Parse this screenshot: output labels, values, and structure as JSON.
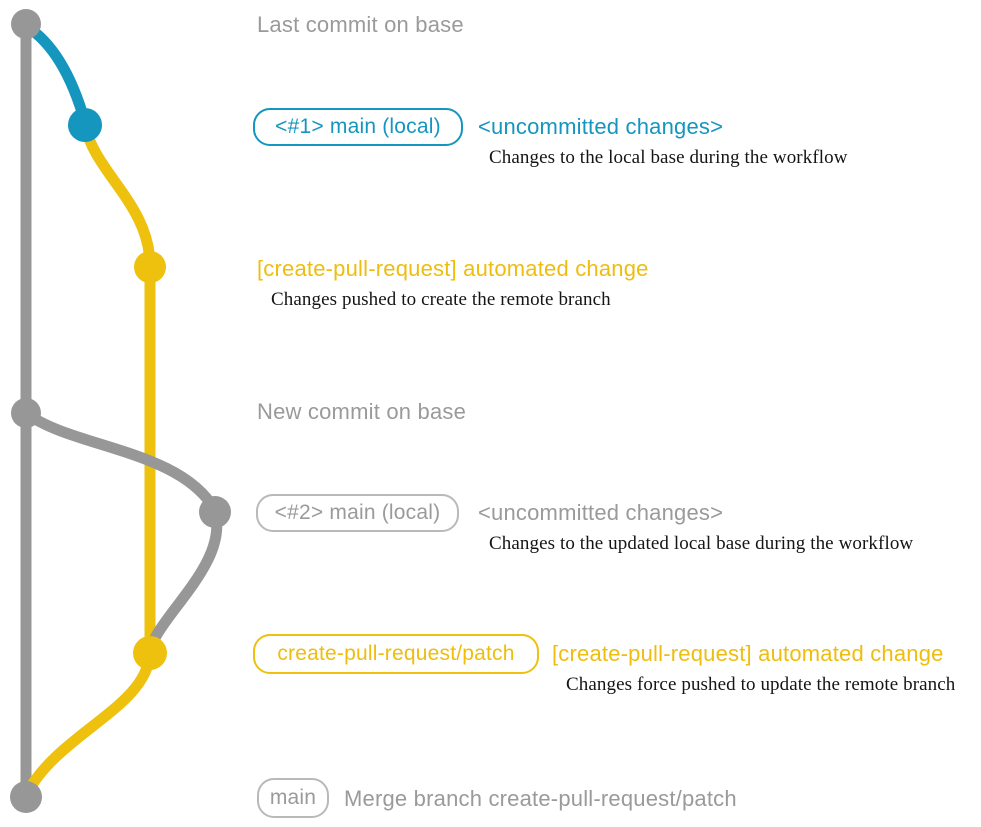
{
  "palette": {
    "gray": "#979797",
    "gray_text": "#9a9a9a",
    "gray_border": "#b9b9b9",
    "teal": "#1596be",
    "yellow": "#eec10e",
    "desc_text": "#151515"
  },
  "annotations": {
    "last_commit_label": "Last commit on base",
    "new_commit_label": "New commit on base",
    "row1": {
      "badge": "<#1> main (local)",
      "title": "<uncommitted changes>",
      "desc": "Changes to the local base during the workflow"
    },
    "row2": {
      "title": "[create-pull-request] automated change",
      "desc": "Changes pushed to create the remote branch"
    },
    "row4": {
      "badge": "<#2> main (local)",
      "title": "<uncommitted changes>",
      "desc": "Changes to the updated local base during the workflow"
    },
    "row5": {
      "badge": "create-pull-request/patch",
      "title": "[create-pull-request] automated change",
      "desc": "Changes force pushed to update the remote branch"
    },
    "row6": {
      "badge": "main",
      "title": "Merge branch create-pull-request/patch"
    }
  },
  "graph": {
    "type": "gitgraph",
    "branches": [
      {
        "name": "base",
        "color": "#979797"
      },
      {
        "name": "main (local)",
        "color": "#1596be"
      },
      {
        "name": "create-pull-request/patch",
        "color": "#eec10e"
      }
    ],
    "commits": [
      {
        "id": "A",
        "color": "#979797",
        "label": "Last commit on base"
      },
      {
        "id": "B",
        "color": "#1596be",
        "label": "<#1> main (local) <uncommitted changes>"
      },
      {
        "id": "C",
        "color": "#eec10e",
        "label": "[create-pull-request] automated change"
      },
      {
        "id": "D",
        "color": "#979797",
        "label": "New commit on base"
      },
      {
        "id": "E",
        "color": "#979797",
        "label": "<#2> main (local) <uncommitted changes>"
      },
      {
        "id": "F",
        "color": "#eec10e",
        "label": "create-pull-request/patch [create-pull-request] automated change"
      },
      {
        "id": "G",
        "color": "#979797",
        "label": "main  Merge branch create-pull-request/patch"
      }
    ],
    "edges": [
      {
        "from": "A",
        "to": "D",
        "color": "#979797"
      },
      {
        "from": "D",
        "to": "G",
        "color": "#979797"
      },
      {
        "from": "A",
        "to": "B",
        "color": "#1596be"
      },
      {
        "from": "B",
        "to": "C",
        "color": "#eec10e"
      },
      {
        "from": "C",
        "to": "F",
        "color": "#eec10e"
      },
      {
        "from": "D",
        "to": "E",
        "color": "#979797"
      },
      {
        "from": "E",
        "to": "F",
        "color": "#979797"
      },
      {
        "from": "F",
        "to": "G",
        "color": "#eec10e"
      }
    ]
  }
}
